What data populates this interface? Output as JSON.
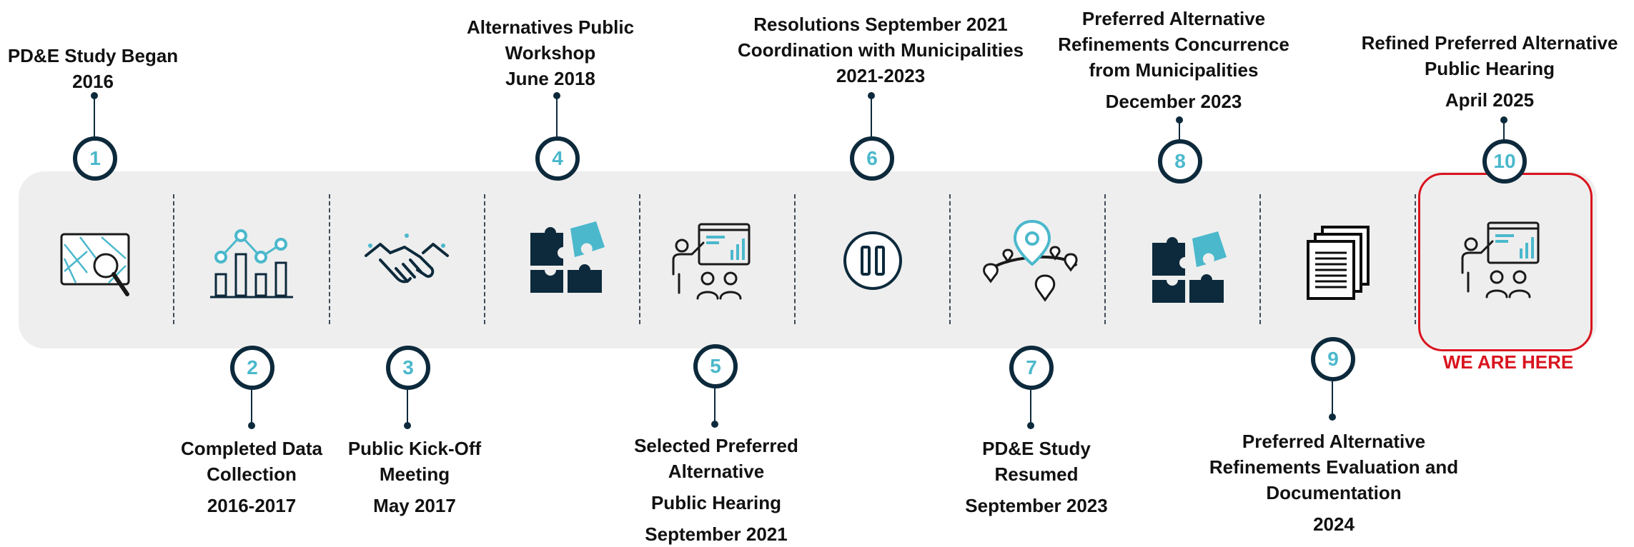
{
  "colors": {
    "navy": "#0d2a3c",
    "teal": "#4bb8cc",
    "band": "#eeeeee",
    "highlight": "#d9141e"
  },
  "milestones": [
    {
      "num": "1",
      "icon": "map-search-icon",
      "lines": [
        "PD&E Study Began",
        "2016"
      ]
    },
    {
      "num": "2",
      "icon": "bar-chart-icon",
      "lines": [
        "Completed Data",
        "Collection",
        "2016-2017"
      ]
    },
    {
      "num": "3",
      "icon": "handshake-icon",
      "lines": [
        "Public Kick-Off",
        "Meeting",
        "May 2017"
      ]
    },
    {
      "num": "4",
      "icon": "puzzle-icon",
      "lines": [
        "Alternatives Public",
        "Workshop",
        "June 2018"
      ]
    },
    {
      "num": "5",
      "icon": "presentation-icon",
      "lines": [
        "Selected Preferred",
        "Alternative",
        "Public Hearing",
        "September 2021"
      ]
    },
    {
      "num": "6",
      "icon": "pause-icon",
      "lines": [
        "Resolutions September 2021",
        "Coordination with Municipalities",
        "2021-2023"
      ]
    },
    {
      "num": "7",
      "icon": "location-network-icon",
      "lines": [
        "PD&E Study",
        "Resumed",
        "September 2023"
      ]
    },
    {
      "num": "8",
      "icon": "puzzle-icon",
      "lines": [
        "Preferred Alternative",
        "Refinements Concurrence",
        "from Municipalities",
        "December 2023"
      ]
    },
    {
      "num": "9",
      "icon": "documents-icon",
      "lines": [
        "Preferred Alternative",
        "Refinements Evaluation and",
        "Documentation",
        "2024"
      ]
    },
    {
      "num": "10",
      "icon": "presentation-icon",
      "lines": [
        "Refined Preferred Alternative",
        "Public Hearing",
        "April 2025"
      ]
    }
  ],
  "current_marker": "WE ARE HERE"
}
